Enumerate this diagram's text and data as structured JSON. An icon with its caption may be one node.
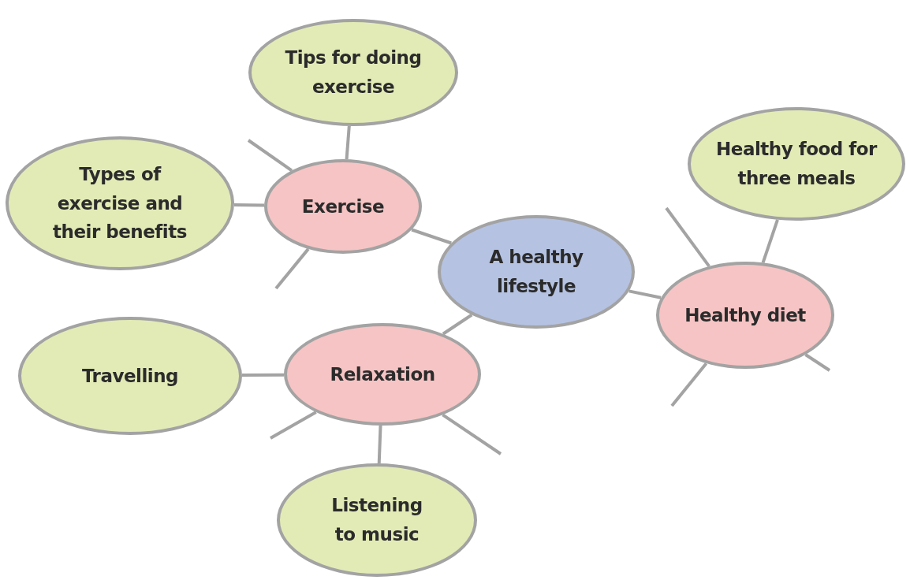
{
  "diagram": {
    "nodes": [
      {
        "text": [
          "A healthy lifestyle"
        ]
      },
      {
        "text": [
          "Exercise"
        ]
      },
      {
        "text": [
          "Healthy diet"
        ]
      },
      {
        "text": [
          "Relaxation"
        ]
      },
      {
        "text": [
          "Tips for doing exercise"
        ]
      },
      {
        "text": [
          "Types of exercise and their benefits"
        ]
      },
      {
        "text": [
          "Healthy food for three meals"
        ]
      },
      {
        "text": [
          "Travelling"
        ]
      },
      {
        "text": [
          "Listening to music"
        ]
      }
    ],
    "edges": [
      {
        "from": 0,
        "to": 1,
        "arrow": "none"
      },
      {
        "from": 0,
        "to": 2,
        "arrow": "none"
      },
      {
        "from": 0,
        "to": 3,
        "arrow": "none"
      },
      {
        "from": 1,
        "to": 4,
        "arrow": "none"
      },
      {
        "from": 1,
        "to": 5,
        "arrow": "none"
      },
      {
        "from": 1,
        "to": null,
        "arrow": "none"
      },
      {
        "from": 1,
        "to": null,
        "arrow": "none"
      },
      {
        "from": 2,
        "to": 6,
        "arrow": "none"
      },
      {
        "from": 2,
        "to": null,
        "arrow": "none"
      },
      {
        "from": 2,
        "to": null,
        "arrow": "none"
      },
      {
        "from": 2,
        "to": null,
        "arrow": "none"
      },
      {
        "from": 3,
        "to": 7,
        "arrow": "none"
      },
      {
        "from": 3,
        "to": 8,
        "arrow": "none"
      },
      {
        "from": 3,
        "to": null,
        "arrow": "none"
      },
      {
        "from": 3,
        "to": null,
        "arrow": "none"
      }
    ]
  }
}
